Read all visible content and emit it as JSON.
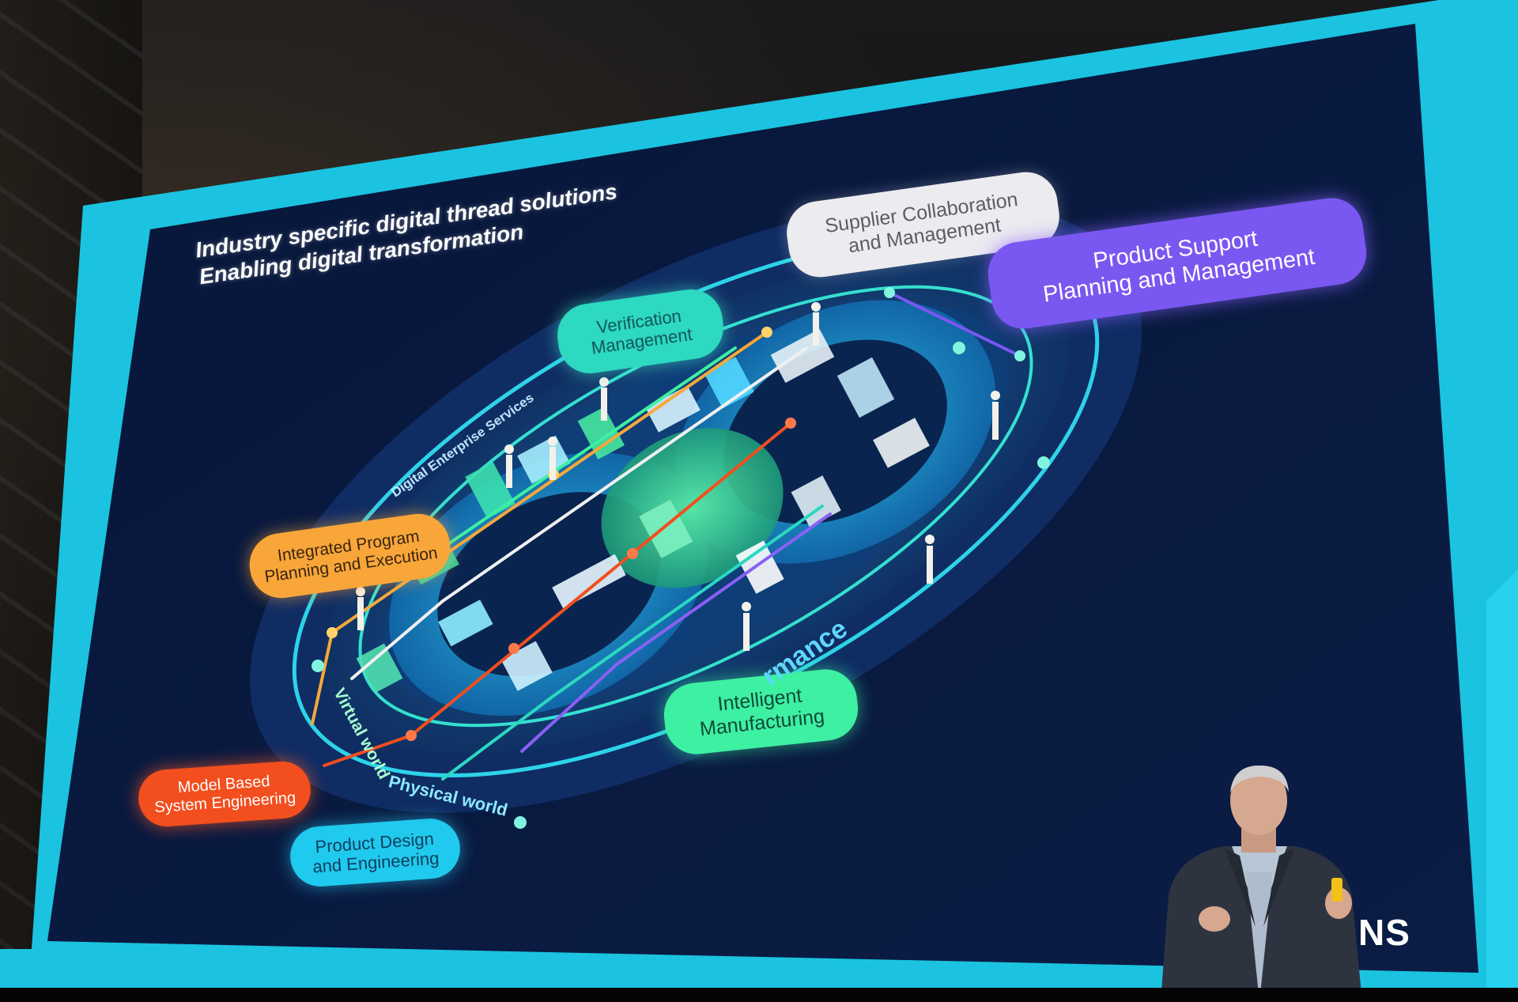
{
  "slide": {
    "title_lines": [
      "Industry specific digital thread solutions",
      "Enabling digital transformation"
    ],
    "pills": {
      "supplier": [
        "Supplier Collaboration",
        "and Management"
      ],
      "product_support": [
        "Product Support",
        "Planning and Management"
      ],
      "verification": [
        "Verification",
        "Management"
      ],
      "integrated_program": [
        "Integrated Program",
        "Planning and Execution"
      ],
      "mbse": [
        "Model Based",
        "System Engineering"
      ],
      "product_design": [
        "Product Design",
        "and Engineering"
      ],
      "intelligent_manufacturing": [
        "Intelligent",
        "Manufacturing"
      ]
    },
    "ring_labels": {
      "digital_enterprise": "Digital Enterprise Services",
      "physical_world": "Physical world",
      "virtual_world": "Virtual world",
      "performance": "rmance"
    },
    "brand_partial": "NS"
  },
  "colors": {
    "screen_frame": "#1bc3e0",
    "slide_bg": "#0a1a3f",
    "supplier": "#ecebef",
    "product_support": "#7a57f0",
    "verification": "#2dd9c0",
    "integrated_program": "#f8a63a",
    "mbse": "#f24e1e",
    "product_design": "#20c9ee",
    "intelligent_manufacturing": "#3df0a2"
  },
  "speaker": {
    "icon": "presenter-figure",
    "holding": "clicker-icon"
  }
}
